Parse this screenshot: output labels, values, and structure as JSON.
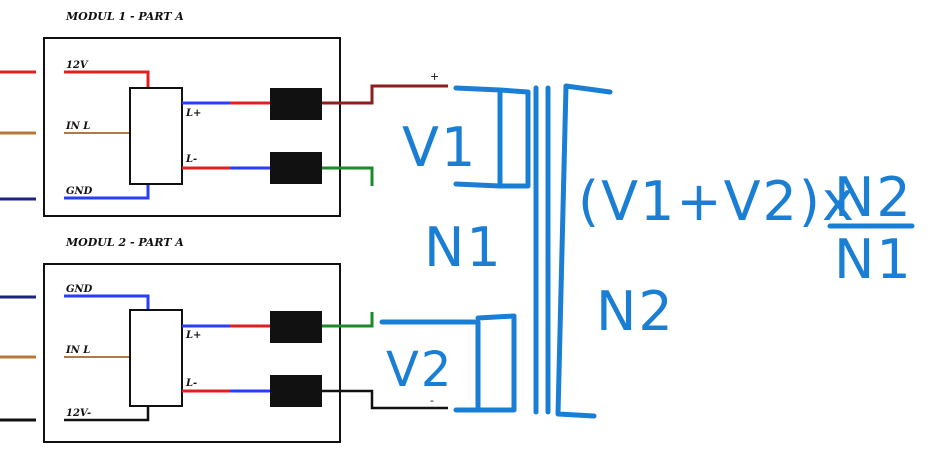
{
  "module1": {
    "title": "MODUL 1 - PART A",
    "label_12v": "12V",
    "label_in": "IN L",
    "label_gnd": "GND",
    "label_lplus": "L+",
    "label_lminus": "L-"
  },
  "module2": {
    "title": "MODUL 2 - PART A",
    "label_gnd": "GND",
    "label_in": "IN L",
    "label_12v": "12V-",
    "label_lplus": "L+",
    "label_lminus": "L-"
  },
  "polarity": {
    "plus": "+",
    "minus": "-"
  },
  "annotation": {
    "v1": "V1",
    "v2": "V2",
    "n1": "N1",
    "n2": "N2",
    "formula_main": "(V1+V2)x",
    "formula_num": "N2",
    "formula_den": "N1"
  },
  "colors": {
    "red": "#e02020",
    "brown": "#b5773a",
    "blue": "#2a3cff",
    "green": "#1b8a2a",
    "dark_red": "#8b1e1e",
    "ink": "#1a7fd4",
    "black": "#111111"
  }
}
